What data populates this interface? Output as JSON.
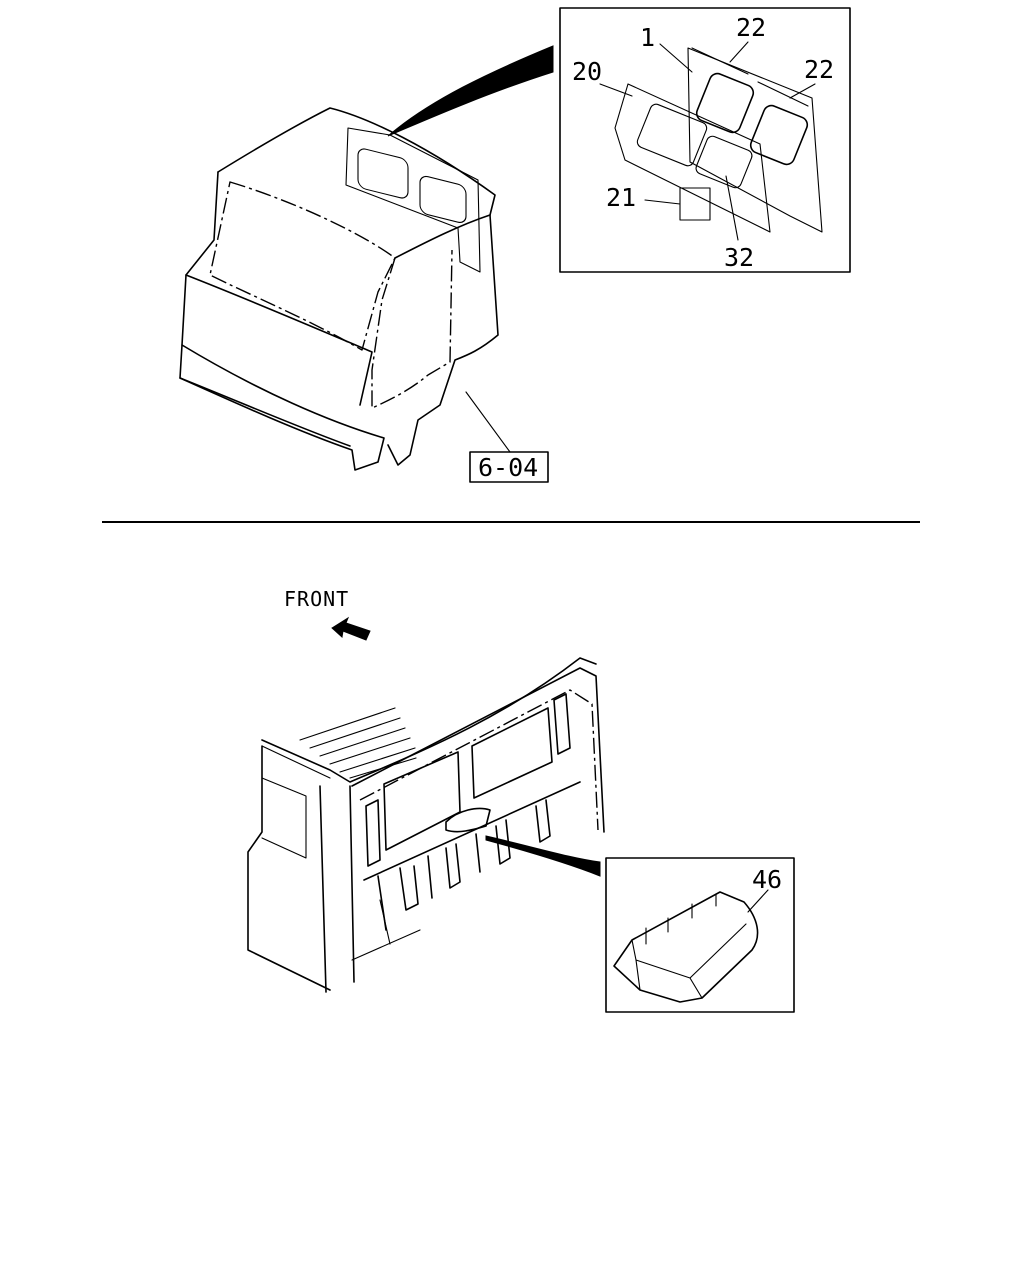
{
  "top_view": {
    "callouts": {
      "c1": "1",
      "c20": "20",
      "c21": "21",
      "c22a": "22",
      "c22b": "22",
      "c32": "32"
    },
    "reference_box": "6-04"
  },
  "bottom_view": {
    "direction_label": "FRONT",
    "callouts": {
      "c46": "46"
    }
  }
}
